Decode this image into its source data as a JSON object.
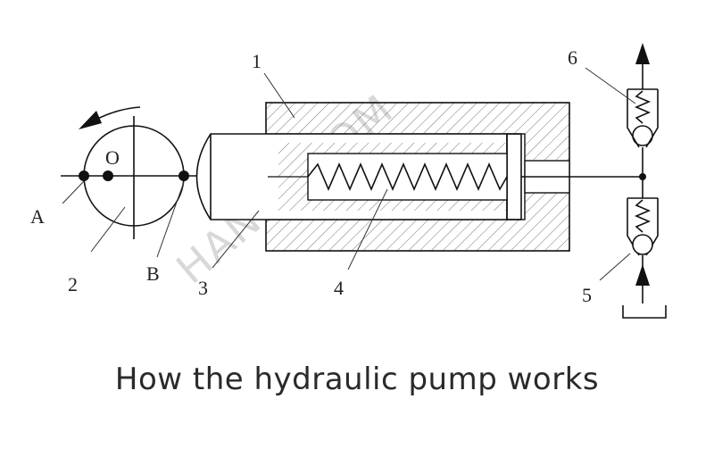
{
  "labels": {
    "n1": "1",
    "n2": "2",
    "n3": "3",
    "n4": "4",
    "n5": "5",
    "n6": "6",
    "a": "A",
    "b": "B",
    "o": "O"
  },
  "watermark": "HANSE.COM",
  "caption": "How the hydraulic pump works"
}
